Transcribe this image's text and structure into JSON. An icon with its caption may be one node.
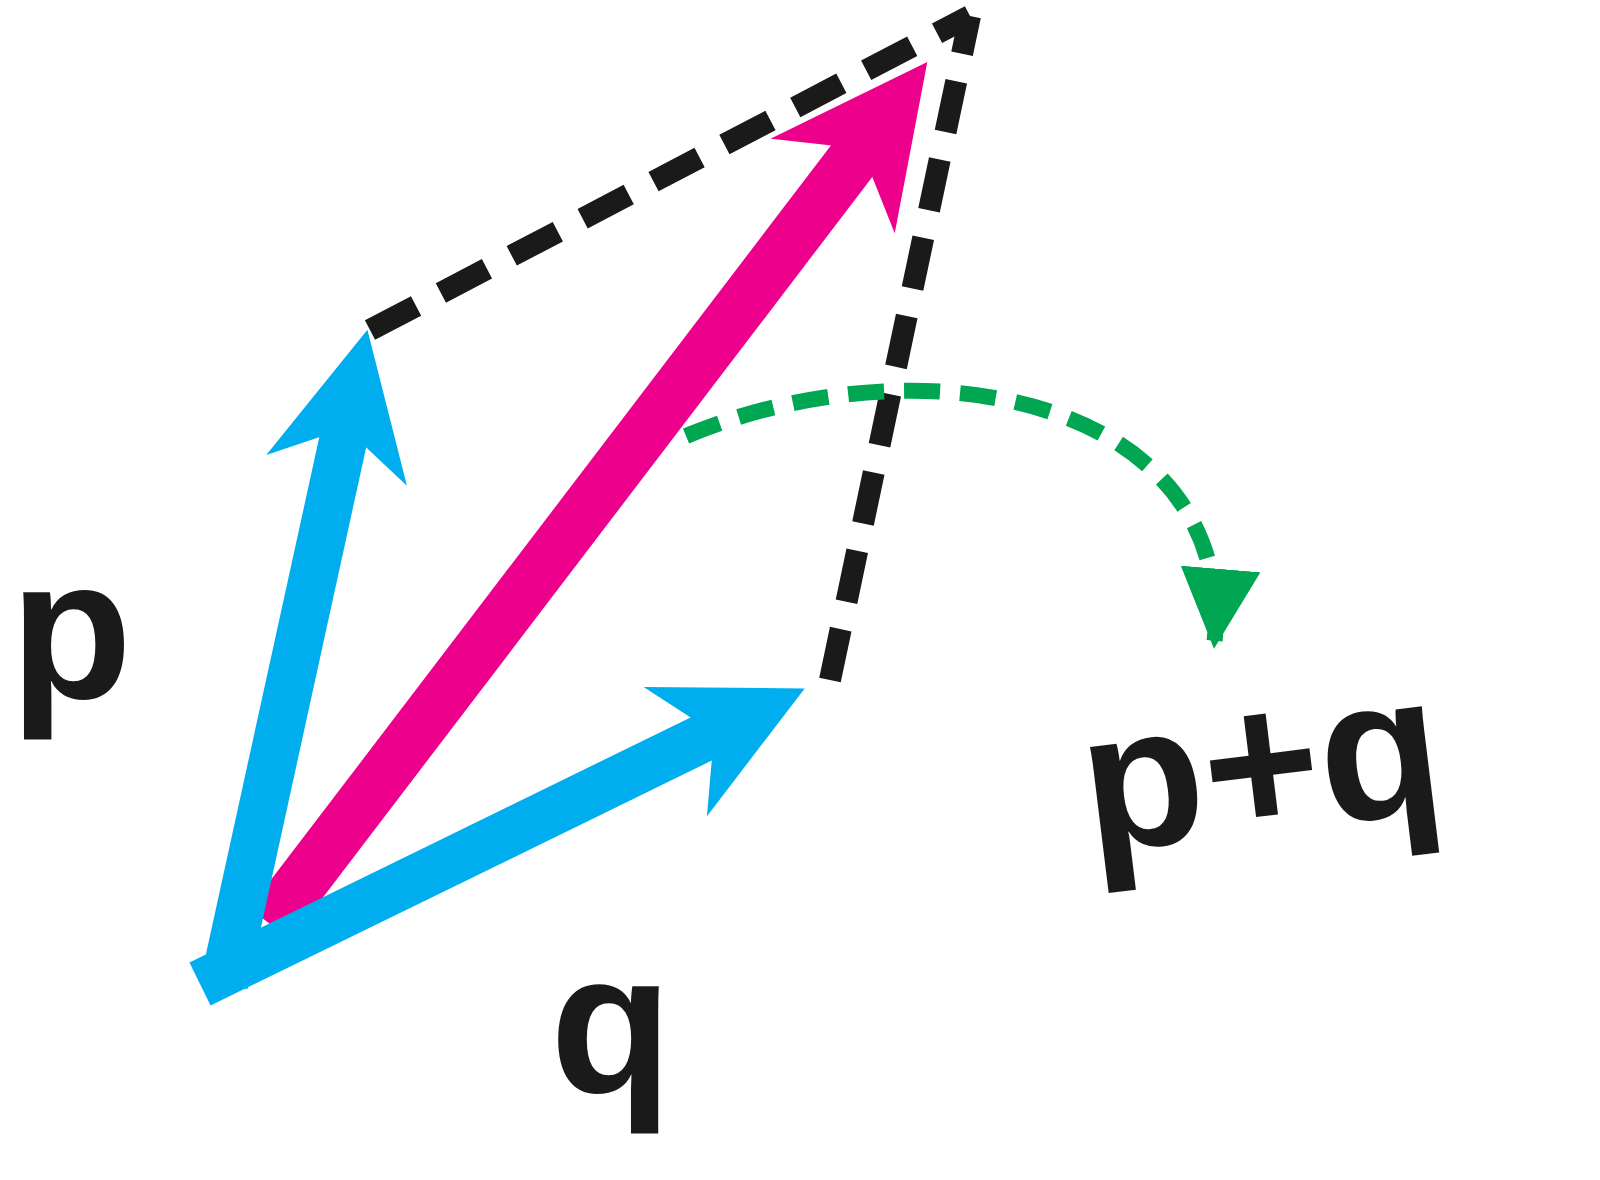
{
  "diagram": {
    "nodes": [
      {
        "text": [],
        "shape": "arrow"
      },
      {
        "text": [
          "p+q"
        ]
      }
    ],
    "edges": [
      {
        "from": 0,
        "to": 1,
        "arrow": "to",
        "style": "dashed",
        "color": "#00a651"
      }
    ],
    "labels": [
      "p",
      "q"
    ]
  }
}
